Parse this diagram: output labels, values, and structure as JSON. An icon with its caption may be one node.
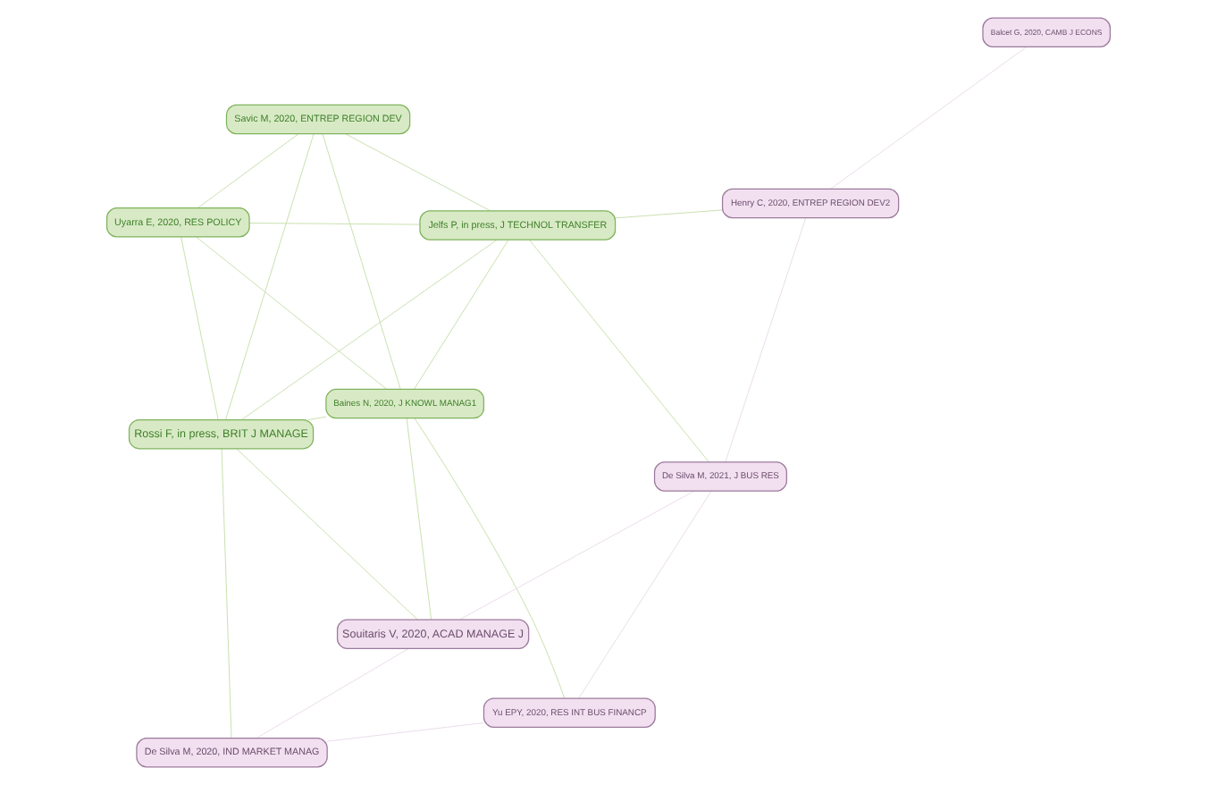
{
  "diagram": {
    "nodes": [
      {
        "text": [
          "Savic M, 2020, ENTREP REGION DEV"
        ]
      },
      {
        "text": [
          "Baines N, 2020, J KNOWL MANAG1"
        ]
      },
      {
        "text": [
          "Uyarra E, 2020, RES POLICY"
        ]
      },
      {
        "text": [
          "Rossi F, in press, BRIT J MANAGE"
        ]
      },
      {
        "text": [
          "Jelfs P, in press, J TECHNOL TRANSFER"
        ]
      },
      {
        "text": [
          "Balcet G, 2020, CAMB J ECONS"
        ]
      },
      {
        "text": [
          "Souitaris V, 2020, ACAD MANAGE J"
        ]
      },
      {
        "text": [
          "Henry C, 2020, ENTREP REGION DEV2"
        ]
      },
      {
        "text": [
          "De Silva M, 2020, IND MARKET MANAG"
        ]
      },
      {
        "text": [
          "De Silva M, 2021, J BUS RES"
        ]
      },
      {
        "text": [
          "Yu EPY, 2020, RES INT BUS FINANCP"
        ]
      }
    ],
    "edges": [
      {
        "from": 0,
        "to": 1,
        "arrow": "none"
      },
      {
        "from": 0,
        "to": 2,
        "arrow": "none"
      },
      {
        "from": 0,
        "to": 3,
        "arrow": "none"
      },
      {
        "from": 0,
        "to": 4,
        "arrow": "none"
      },
      {
        "from": 1,
        "to": 2,
        "arrow": "none"
      },
      {
        "from": 1,
        "to": 3,
        "arrow": "none"
      },
      {
        "from": 1,
        "to": 4,
        "arrow": "none"
      },
      {
        "from": 2,
        "to": 3,
        "arrow": "none"
      },
      {
        "from": 2,
        "to": 4,
        "arrow": "none"
      },
      {
        "from": 3,
        "to": 4,
        "arrow": "none"
      },
      {
        "from": 1,
        "to": 6,
        "arrow": "none"
      },
      {
        "from": 3,
        "to": 6,
        "arrow": "none"
      },
      {
        "from": 3,
        "to": 8,
        "arrow": "none"
      },
      {
        "from": 4,
        "to": 9,
        "arrow": "none"
      },
      {
        "from": 1,
        "to": 10,
        "arrow": "none"
      },
      {
        "from": 4,
        "to": 7,
        "arrow": "none"
      },
      {
        "from": 6,
        "to": 8,
        "arrow": "none",
        "color": "#eadcea"
      },
      {
        "from": 6,
        "to": 9,
        "arrow": "none",
        "color": "#eadcea"
      },
      {
        "from": 7,
        "to": 9,
        "arrow": "none",
        "color": "#eadcea"
      },
      {
        "from": 9,
        "to": 10,
        "arrow": "none",
        "color": "#eadcea"
      },
      {
        "from": 8,
        "to": 10,
        "arrow": "none",
        "color": "#eadcea"
      },
      {
        "from": 5,
        "to": 7,
        "arrow": "none",
        "color": "#eadcea"
      }
    ]
  }
}
